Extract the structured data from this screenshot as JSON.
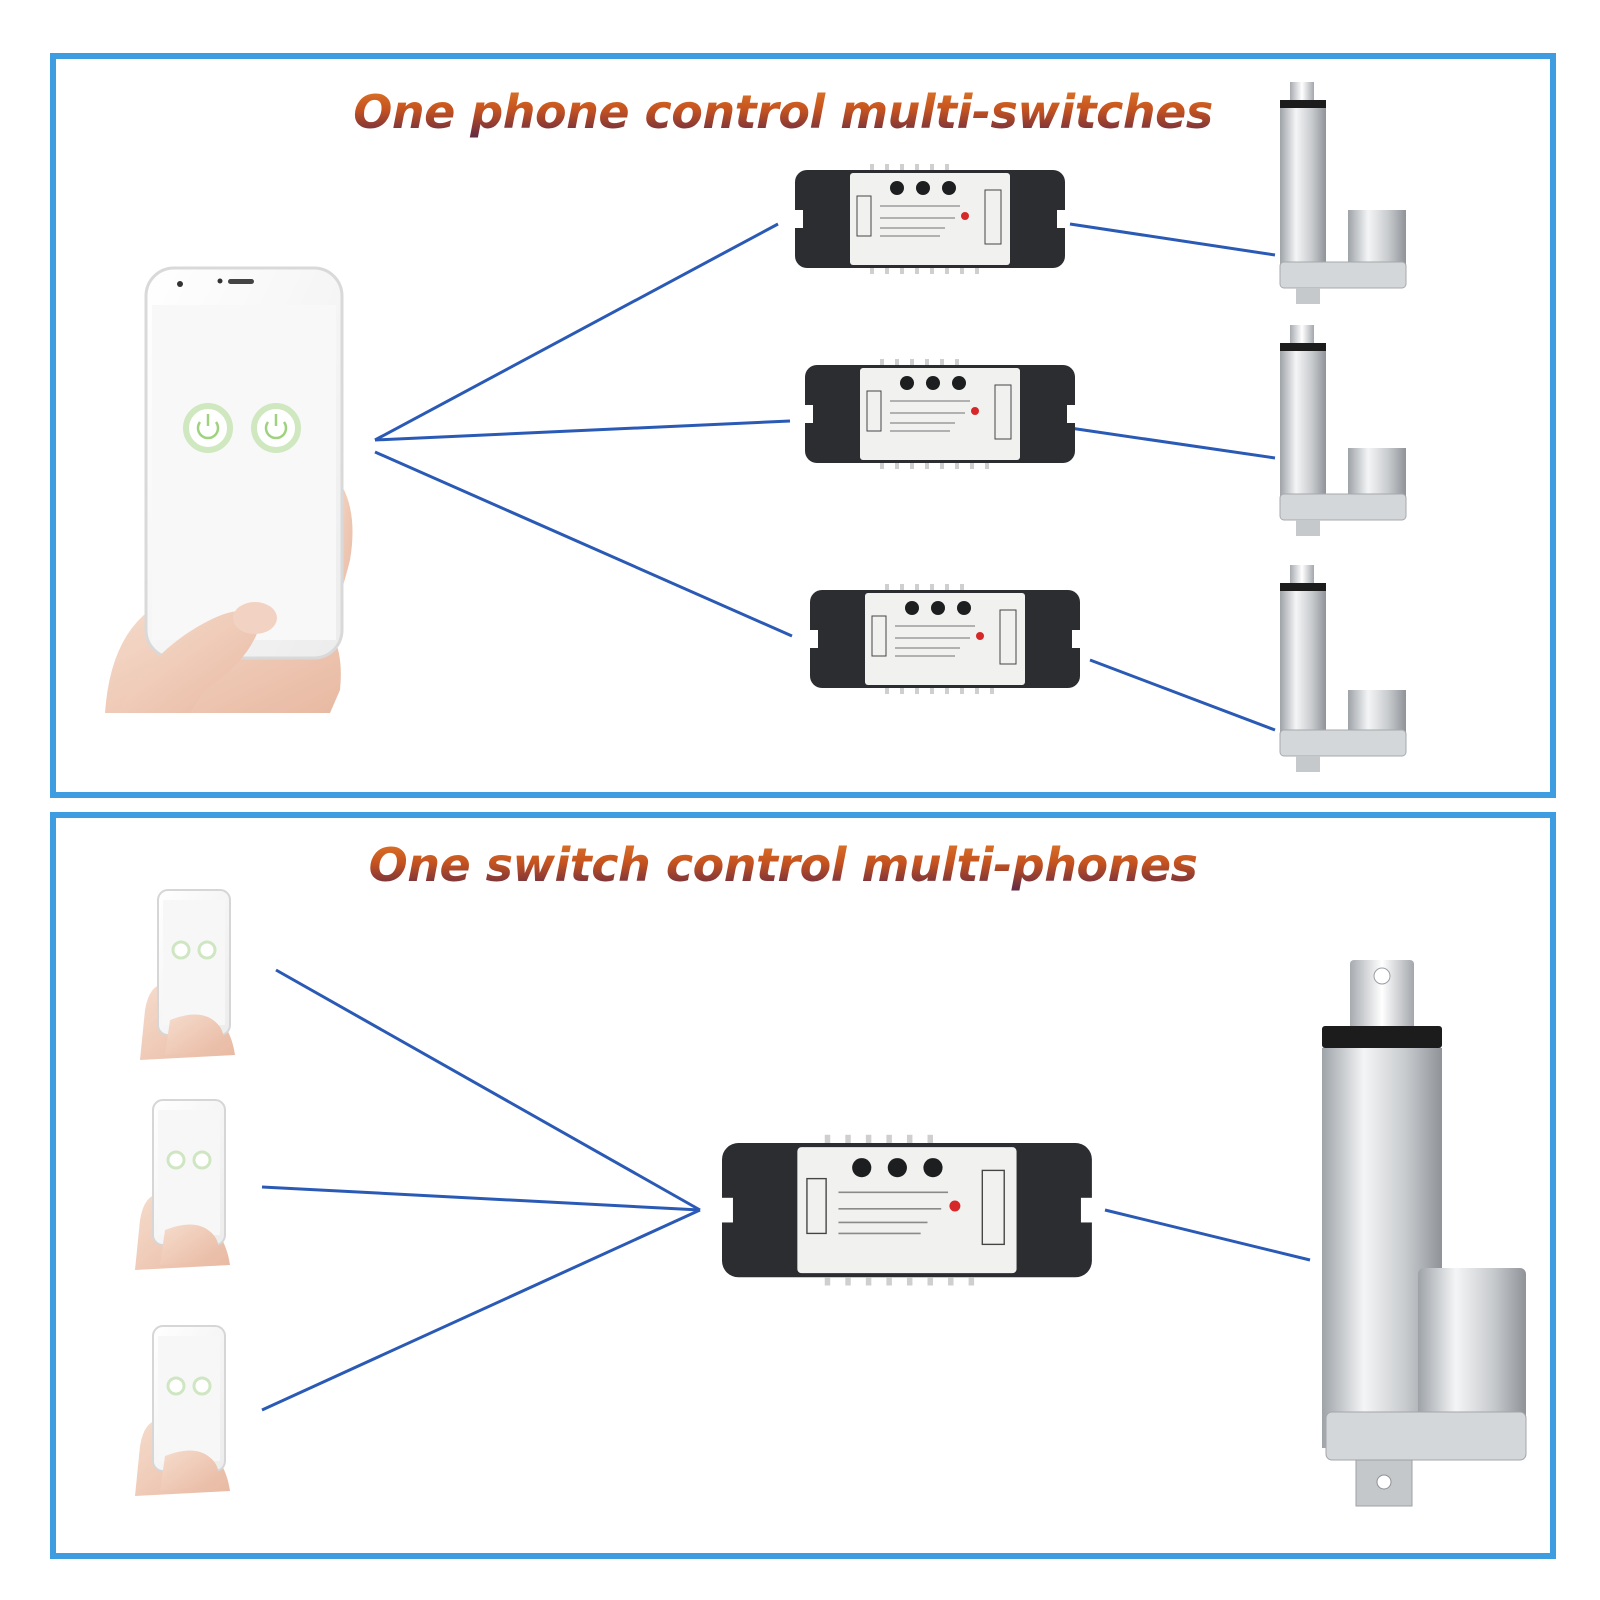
{
  "panels": [
    {
      "title": "One phone control multi-switches",
      "phones": 1,
      "switch_modules": 3,
      "actuators": 3
    },
    {
      "title": "One switch control multi-phones",
      "phones": 3,
      "switch_modules": 1,
      "actuators": 1
    }
  ],
  "colors": {
    "frame_border": "#3d9de0",
    "signal_line": "#2a5ab5",
    "title_top": "#e07a2a",
    "title_bottom": "#5a2648",
    "module_body": "#f1f2ef",
    "module_caps": "#2b2d30",
    "actuator": "#c9ccd0"
  },
  "icons": {
    "phone": "smartphone-icon",
    "power": "power-icon",
    "module": "relay-module-icon",
    "actuator": "linear-actuator-icon"
  }
}
